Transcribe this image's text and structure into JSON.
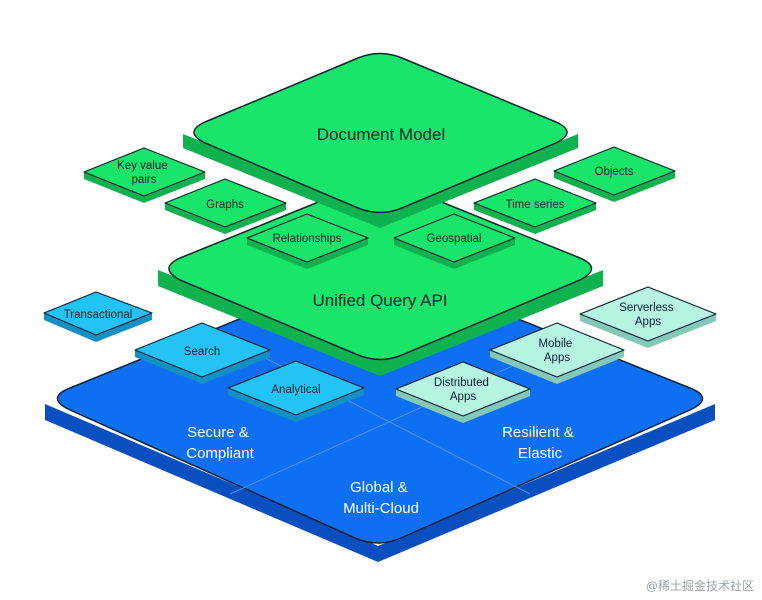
{
  "diagram": {
    "base_layer": {
      "quadrants": [
        {
          "lines": [
            "Secure &",
            "Compliant"
          ]
        },
        {
          "lines": [
            "Resilient &",
            "Elastic"
          ]
        },
        {
          "lines": [
            "Global &",
            "Multi-Cloud"
          ]
        }
      ],
      "side_tiles": [
        {
          "lines": [
            "Transactional"
          ]
        },
        {
          "lines": [
            "Search"
          ]
        },
        {
          "lines": [
            "Analytical"
          ]
        },
        {
          "lines": [
            "Distributed",
            "Apps"
          ]
        },
        {
          "lines": [
            "Mobile",
            "Apps"
          ]
        },
        {
          "lines": [
            "Serverless",
            "Apps"
          ]
        }
      ]
    },
    "middle_layer": {
      "title": "Unified Query API"
    },
    "top_layer": {
      "title": "Document Model",
      "side_tiles": [
        {
          "lines": [
            "Key value",
            "pairs"
          ]
        },
        {
          "lines": [
            "Graphs"
          ]
        },
        {
          "lines": [
            "Relationships"
          ]
        },
        {
          "lines": [
            "Geospatial"
          ]
        },
        {
          "lines": [
            "Time series"
          ]
        },
        {
          "lines": [
            "Objects"
          ]
        }
      ]
    }
  },
  "colors": {
    "base_blue": "#0f6ff2",
    "base_blue_side": "#0a4fc0",
    "green": "#19e56a",
    "green_side": "#0fb24f",
    "blue_tile": "#23c4f5",
    "blue_tile_side": "#1391c4",
    "mint_tile": "#b6f3e2",
    "mint_tile_side": "#84c8b8",
    "outline": "#0b2233"
  },
  "watermark": "@稀土掘金技术社区"
}
